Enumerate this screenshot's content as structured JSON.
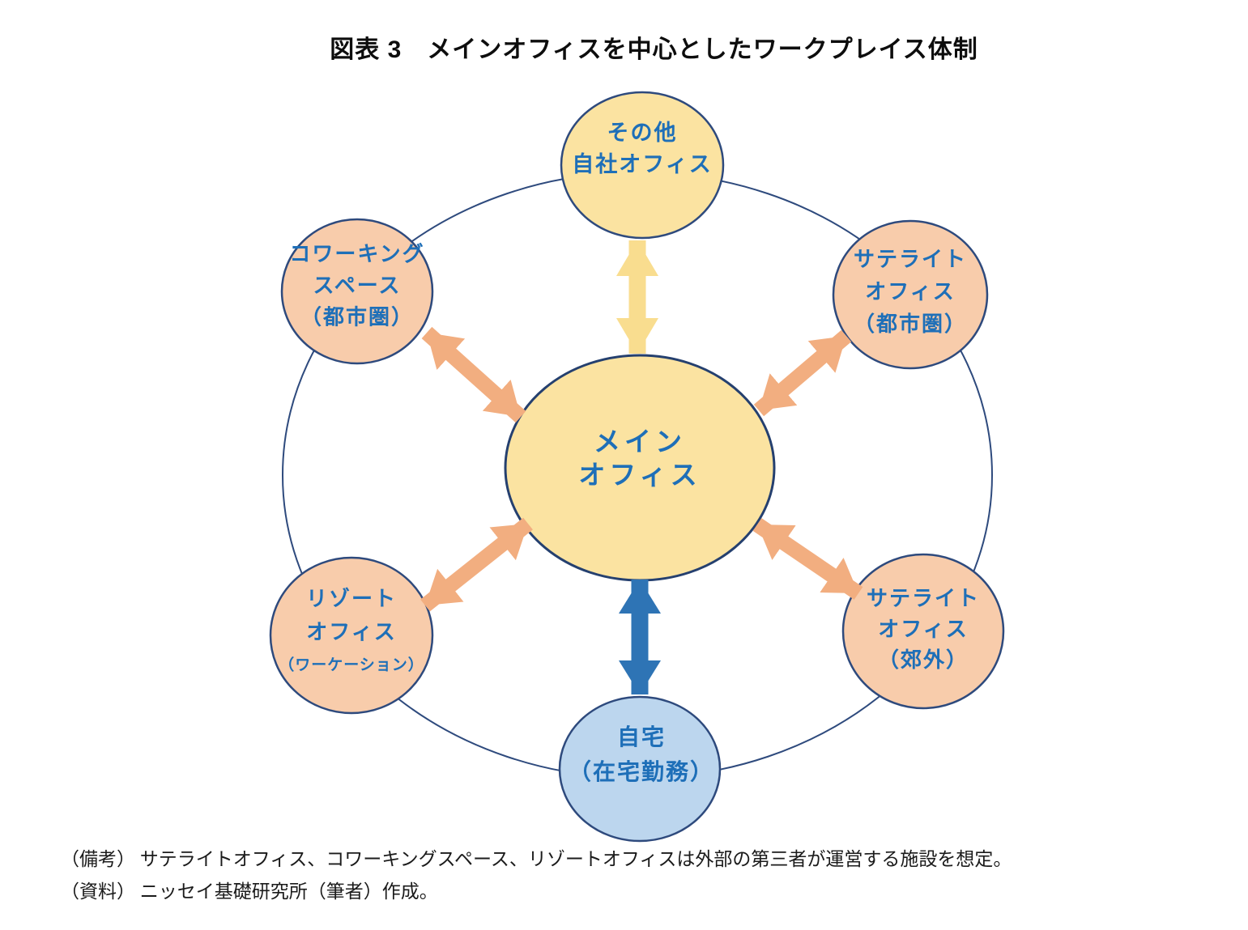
{
  "title": "図表 3　メインオフィスを中心としたワークプレイス体制",
  "nodes": {
    "main": {
      "lines": [
        "メイン",
        "オフィス"
      ],
      "fill": "#FBE3A1"
    },
    "other": {
      "lines": [
        "その他",
        "自社オフィス"
      ],
      "fill": "#FBE3A1"
    },
    "coworking": {
      "lines": [
        "コワーキング",
        "スペース",
        "（都市圏）"
      ],
      "fill": "#F8CCAB"
    },
    "satellite_urban": {
      "lines": [
        "サテライト",
        "オフィス",
        "（都市圏）"
      ],
      "fill": "#F8CCAB"
    },
    "resort": {
      "lines": [
        "リゾート",
        "オフィス",
        "（ワーケーション）"
      ],
      "fill": "#F8CCAB"
    },
    "satellite_suburb": {
      "lines": [
        "サテライト",
        "オフィス",
        "（郊外）"
      ],
      "fill": "#F8CCAB"
    },
    "home": {
      "lines": [
        "自宅",
        "（在宅勤務）"
      ],
      "fill": "#BCD6EE"
    }
  },
  "arrows": {
    "main_other_color": "#F9DD8F",
    "main_home_color": "#2E74B5",
    "main_satellite_color": "#F2AE80"
  },
  "colors": {
    "node_border": "#2E4A7D",
    "center_border": "#25406F",
    "outer_ring": "#2E4A7D",
    "label_text": "#1E6FB8"
  },
  "notes": [
    "（備考） サテライトオフィス、コワーキングスペース、リゾートオフィスは外部の第三者が運営する施設を想定。",
    "（資料） ニッセイ基礎研究所（筆者）作成。"
  ]
}
